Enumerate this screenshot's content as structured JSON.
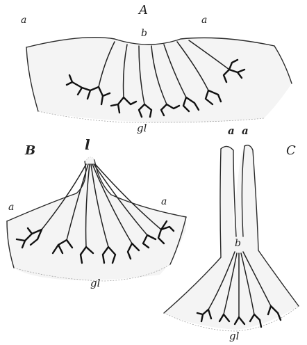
{
  "figures": [
    {
      "id": "A",
      "title": "A",
      "labels": {
        "surface_left": "a",
        "surface_right": "a",
        "center": "b",
        "glands": "gl"
      }
    },
    {
      "id": "B",
      "title": "B",
      "labels": {
        "apex": "l",
        "surface_left": "a",
        "surface_right": "a",
        "glands": "gl"
      }
    },
    {
      "id": "C",
      "title": "C",
      "labels": {
        "surface_left": "a",
        "surface_right": "a",
        "center": "b",
        "glands": "gl"
      }
    }
  ]
}
